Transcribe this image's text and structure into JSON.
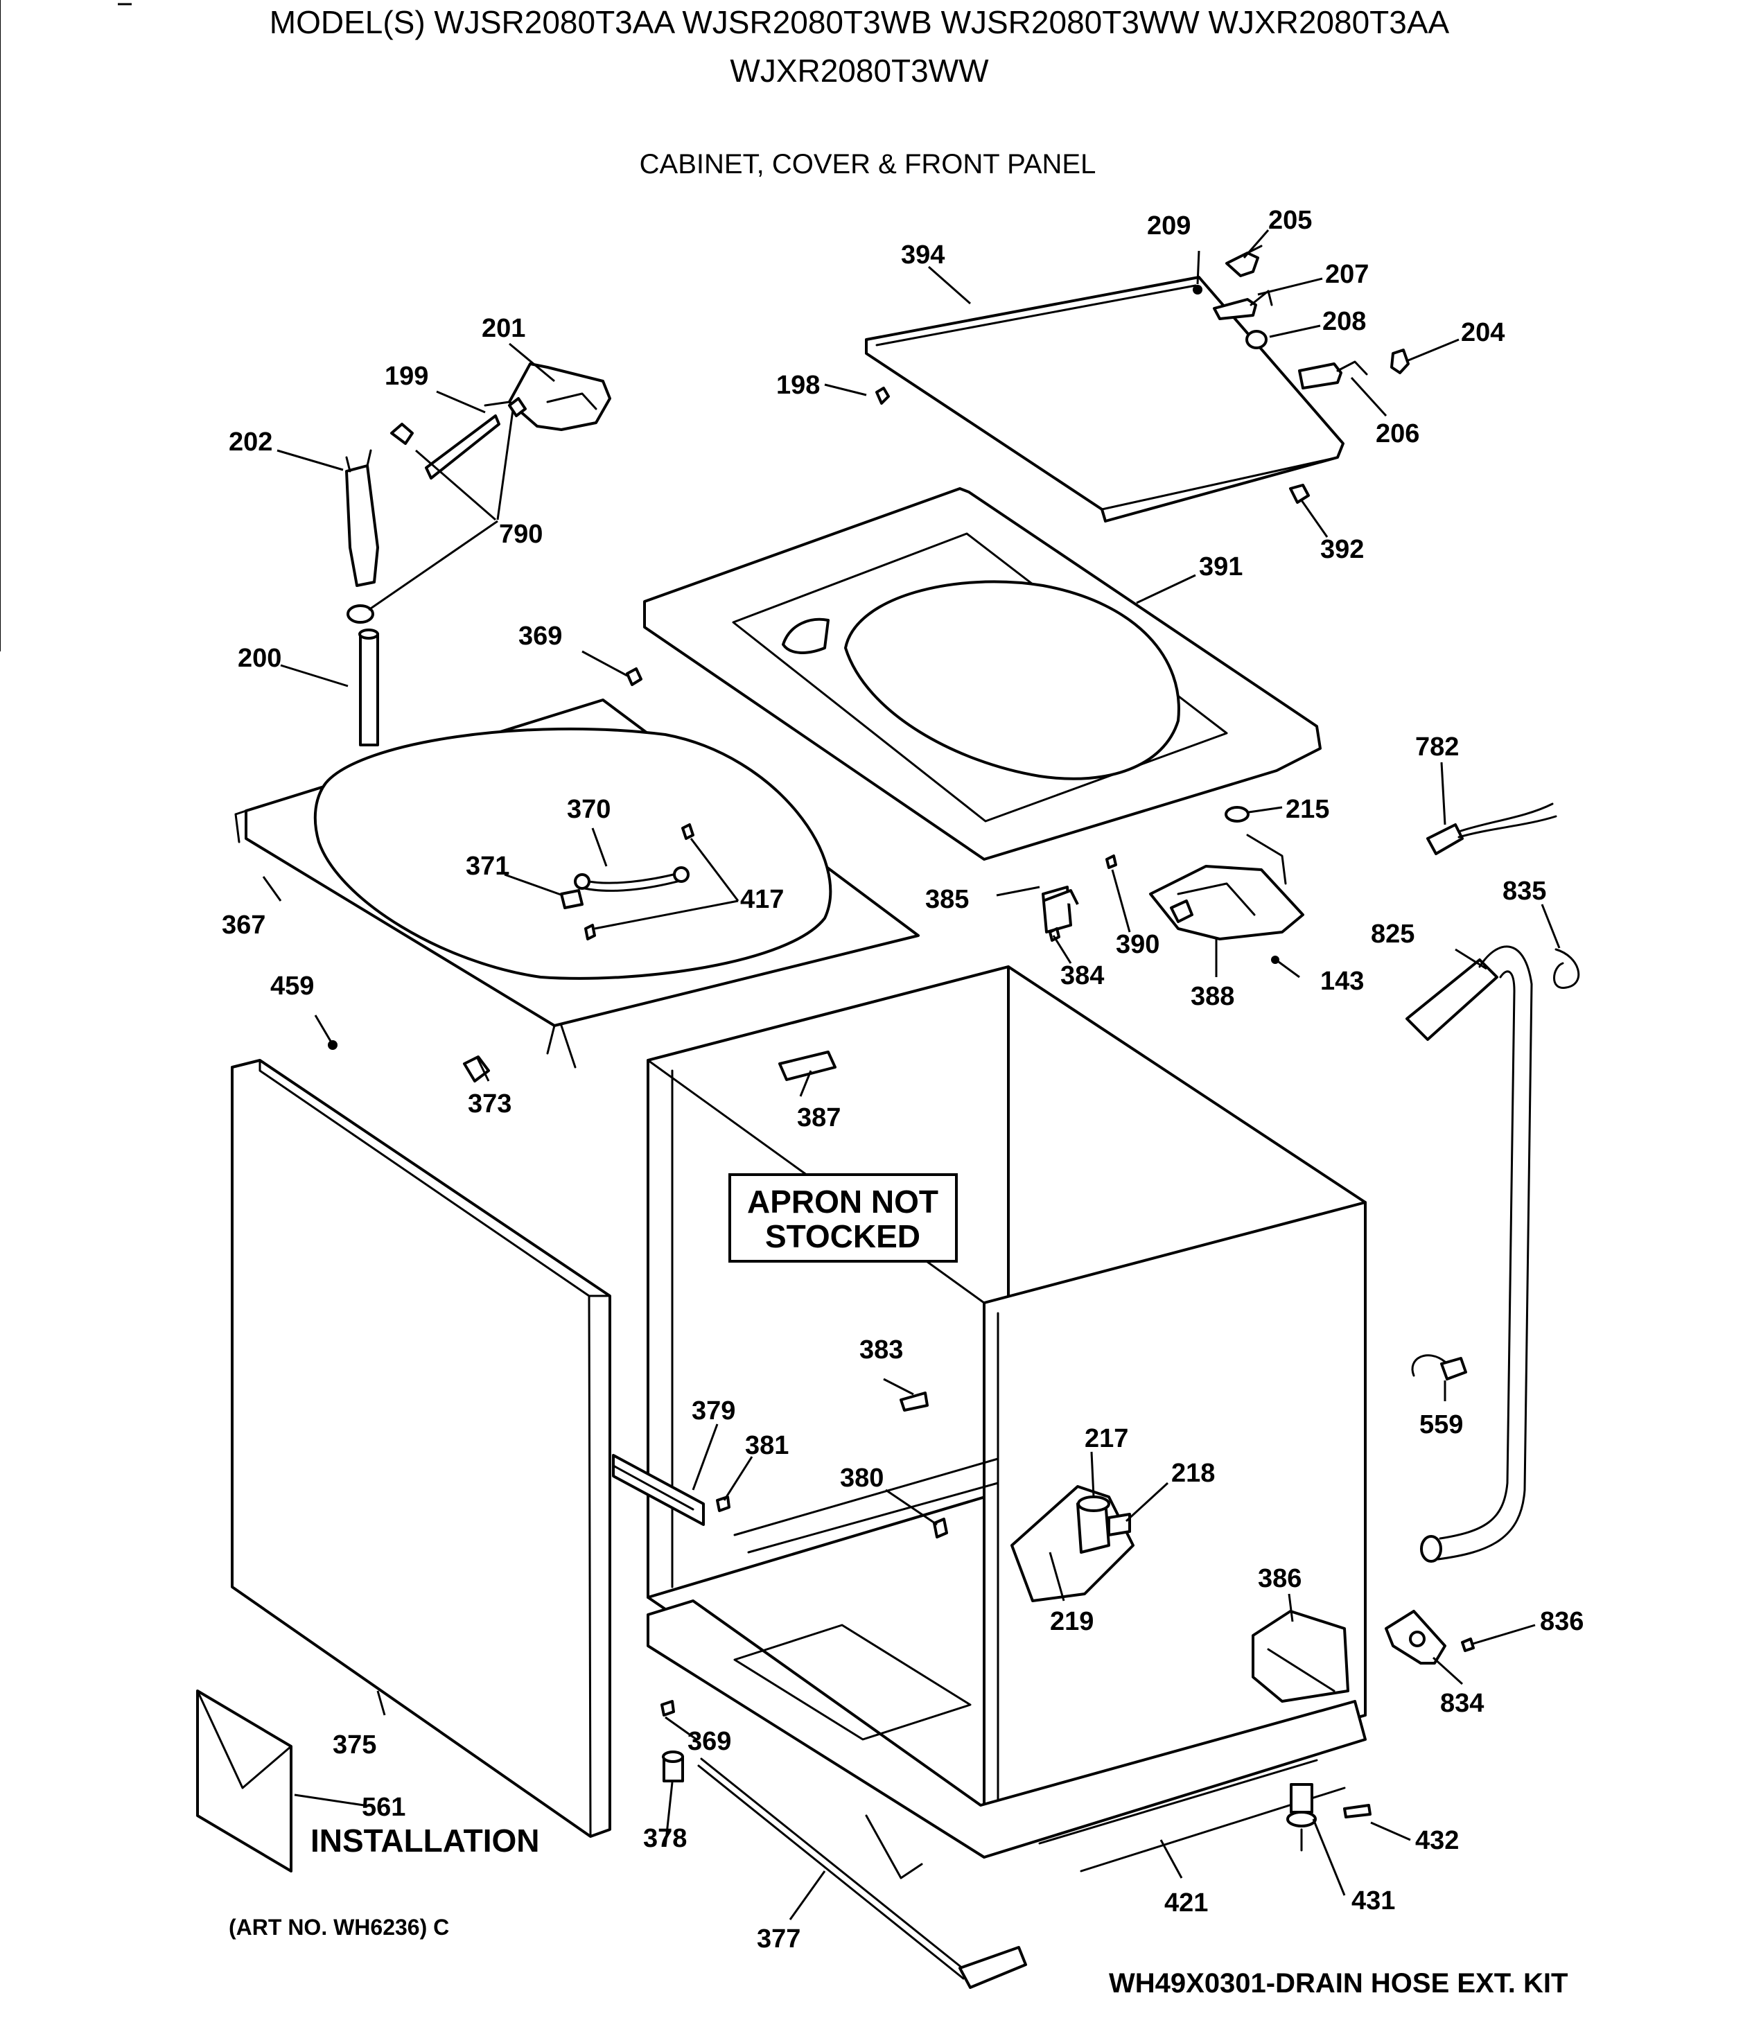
{
  "header": {
    "models_line1": "MODEL(S) WJSR2080T3AA  WJSR2080T3WB  WJSR2080T3WW  WJXR2080T3AA",
    "models_line2": "WJXR2080T3WW",
    "section_title": "CABINET, COVER & FRONT PANEL"
  },
  "apron_note": {
    "line1": "APRON NOT",
    "line2": "STOCKED"
  },
  "installation_label": "INSTALLATION",
  "art_number": "(ART NO. WH6236) C",
  "kit_note": "WH49X0301-DRAIN HOSE EXT. KIT",
  "part_numbers": {
    "p143": "143",
    "p198": "198",
    "p199": "199",
    "p200": "200",
    "p201": "201",
    "p202": "202",
    "p204": "204",
    "p205": "205",
    "p206": "206",
    "p207": "207",
    "p208": "208",
    "p209": "209",
    "p215": "215",
    "p217": "217",
    "p218": "218",
    "p219": "219",
    "p367": "367",
    "p369a": "369",
    "p369b": "369",
    "p370": "370",
    "p371": "371",
    "p373": "373",
    "p375": "375",
    "p377": "377",
    "p378": "378",
    "p379": "379",
    "p380": "380",
    "p381": "381",
    "p383": "383",
    "p384": "384",
    "p385": "385",
    "p386": "386",
    "p387": "387",
    "p388": "388",
    "p390": "390",
    "p391": "391",
    "p392": "392",
    "p394": "394",
    "p417": "417",
    "p421": "421",
    "p431": "431",
    "p432": "432",
    "p459": "459",
    "p559": "559",
    "p561": "561",
    "p782": "782",
    "p790": "790",
    "p825": "825",
    "p834": "834",
    "p835": "835",
    "p836": "836"
  }
}
